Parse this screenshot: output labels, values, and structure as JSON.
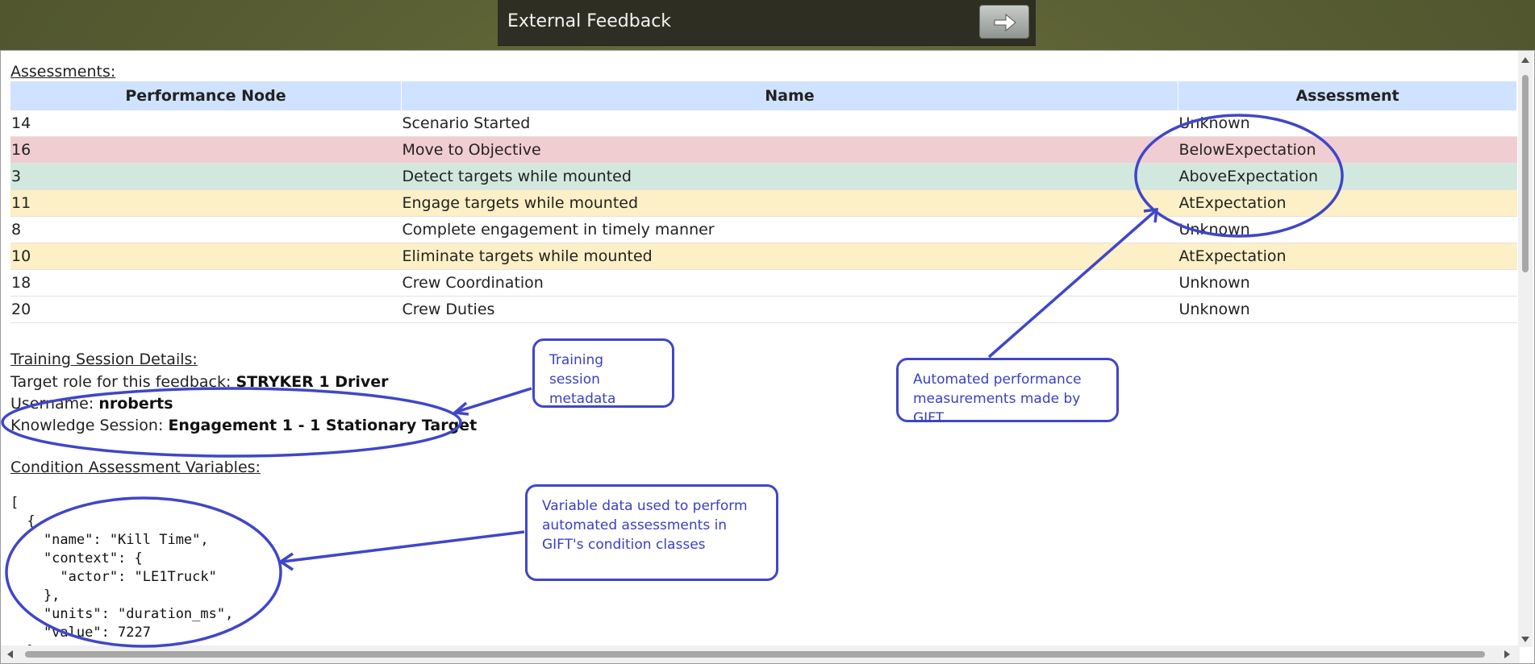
{
  "header": {
    "title": "External Feedback",
    "next_icon": "arrow-right-icon"
  },
  "assessments": {
    "label": "Assessments:",
    "columns": [
      "Performance Node",
      "Name",
      "Assessment"
    ],
    "rows": [
      {
        "node": "14",
        "name": "Scenario Started",
        "assessment": "Unknown"
      },
      {
        "node": "16",
        "name": "Move to Objective",
        "assessment": "BelowExpectation"
      },
      {
        "node": "3",
        "name": "Detect targets while mounted",
        "assessment": "AboveExpectation"
      },
      {
        "node": "11",
        "name": "Engage targets while mounted",
        "assessment": "AtExpectation"
      },
      {
        "node": "8",
        "name": "Complete engagement in timely manner",
        "assessment": "Unknown"
      },
      {
        "node": "10",
        "name": "Eliminate targets while mounted",
        "assessment": "AtExpectation"
      },
      {
        "node": "18",
        "name": "Crew Coordination",
        "assessment": "Unknown"
      },
      {
        "node": "20",
        "name": "Crew Duties",
        "assessment": "Unknown"
      }
    ]
  },
  "session": {
    "label": "Training Session Details:",
    "role_label": "Target role for this feedback:",
    "role_value": "STRYKER 1 Driver",
    "username_label": "Username:",
    "username_value": "nroberts",
    "knowledge_label": "Knowledge Session:",
    "knowledge_value": "Engagement 1 - 1 Stationary Target"
  },
  "conditions": {
    "label": "Condition Assessment Variables:",
    "json_lines": [
      "[",
      "  {",
      "    \"name\": \"Kill Time\",",
      "    \"context\": {",
      "      \"actor\": \"LE1Truck\"",
      "    },",
      "    \"units\": \"duration_ms\",",
      "    \"value\": 7227",
      "  },"
    ]
  },
  "callouts": {
    "session": "Training session metadata",
    "gift": "Automated performance measurements made by GIFT",
    "variables": "Variable data used to perform automated assessments in GIFT's condition classes"
  },
  "colors": {
    "below": "#f0cdd1",
    "above": "#d2e8de",
    "at": "#fdf0c6",
    "header": "#cfe2ff",
    "annotation": "#4046c8"
  }
}
